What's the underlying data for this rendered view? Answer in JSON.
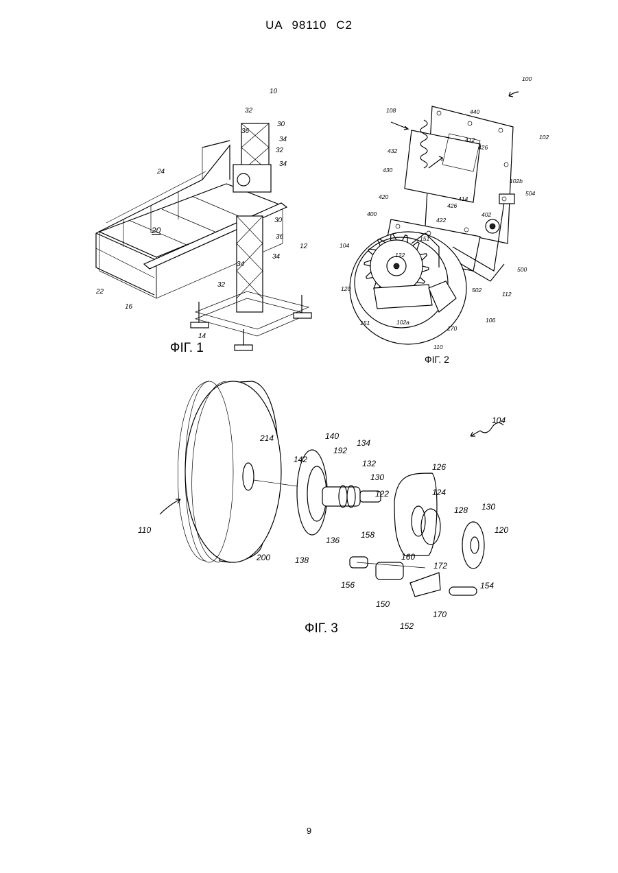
{
  "header": {
    "doc_number": "UA   98110   C2"
  },
  "page_number": "9",
  "fig1": {
    "caption": "ФІГ. 1",
    "labels": [
      "10",
      "32",
      "30",
      "36",
      "34",
      "32",
      "34",
      "24",
      "30",
      "20",
      "36",
      "12",
      "34",
      "34",
      "32",
      "22",
      "16",
      "14"
    ]
  },
  "fig2": {
    "caption": "ФІГ. 2",
    "labels": [
      "100",
      "108",
      "440",
      "412",
      "426",
      "102",
      "432",
      "430",
      "102b",
      "504",
      "420",
      "414",
      "426",
      "402",
      "400",
      "422",
      "151",
      "104",
      "122",
      "500",
      "120",
      "502",
      "112",
      "151",
      "102a",
      "170",
      "106",
      "110"
    ]
  },
  "fig3": {
    "caption": "ФІГ. 3",
    "labels": [
      "104",
      "140",
      "214",
      "142",
      "192",
      "134",
      "132",
      "130",
      "126",
      "122",
      "124",
      "128",
      "130",
      "120",
      "110",
      "158",
      "200",
      "138",
      "136",
      "160",
      "172",
      "156",
      "154",
      "150",
      "170",
      "152"
    ]
  }
}
